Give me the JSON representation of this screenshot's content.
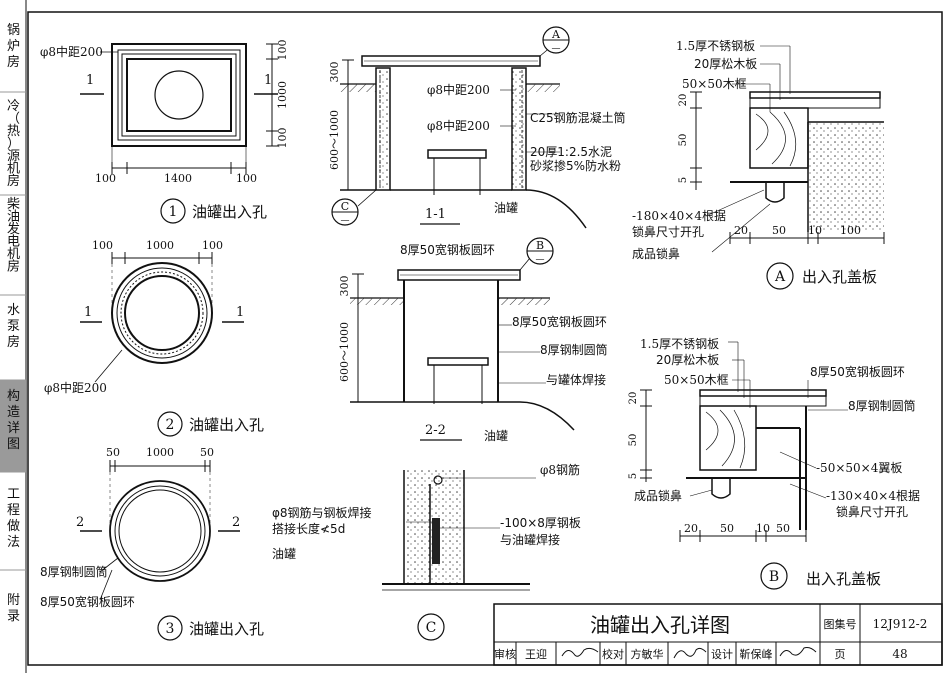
{
  "side_tabs": [
    {
      "text": "锅炉房",
      "active": false
    },
    {
      "text": "冷（热）源机房",
      "active": false
    },
    {
      "text": "柴油发电机房",
      "active": false
    },
    {
      "text": "水泵房",
      "active": false
    },
    {
      "text": "构造详图",
      "active": true
    },
    {
      "text": "工程做法",
      "active": false
    },
    {
      "text": "附录",
      "active": false
    }
  ],
  "detail1": {
    "number": "1",
    "title": "油罐出入孔",
    "rebar_note": "φ8中距200",
    "section_left": "1",
    "section_right": "1",
    "dim_top": "100",
    "dim_height": "1000",
    "dim_bottom": "100",
    "dim_left": "100",
    "dim_width": "1400",
    "dim_right": "100"
  },
  "detail2": {
    "number": "2",
    "title": "油罐出入孔",
    "rebar_note": "φ8中距200",
    "section_left": "1",
    "section_right": "1",
    "dim_left": "100",
    "dim_width": "1000",
    "dim_right": "100"
  },
  "detail3": {
    "number": "3",
    "title": "油罐出入孔",
    "section_left": "2",
    "section_right": "2",
    "dim_left": "50",
    "dim_width": "1000",
    "dim_right": "50",
    "note_cylinder": "8厚钢制圆筒",
    "note_ring": "8厚50宽钢板圆环"
  },
  "section11": {
    "label": "1-1",
    "callout_a_top": "A",
    "callout_a_bottom": "—",
    "callout_c_top": "C",
    "callout_c_bottom": "—",
    "dim_300": "300",
    "dim_depth": "600～1000",
    "rebar1": "φ8中距200",
    "rebar2": "φ8中距200",
    "concrete": "C25钢筋混凝土筒",
    "mortar1": "20厚1:2.5水泥",
    "mortar2": "砂浆掺5%防水粉",
    "tank": "油罐"
  },
  "section22": {
    "label": "2-2",
    "ring_top": "8厚50宽钢板圆环",
    "callout_b_top": "B",
    "callout_b_bottom": "—",
    "dim_300": "300",
    "dim_depth": "600～1000",
    "ring": "8厚50宽钢板圆环",
    "cylinder": "8厚钢制圆筒",
    "weld": "与罐体焊接",
    "tank": "油罐"
  },
  "detailC": {
    "label": "C",
    "rebar": "φ8钢筋",
    "weld1": "φ8钢筋与钢板焊接",
    "weld2": "搭接长度≮5d",
    "plate1": "-100×8厚钢板",
    "plate2": "与油罐焊接",
    "tank": "油罐"
  },
  "detailA": {
    "label": "A",
    "title": "出入孔盖板",
    "steel": "1.5厚不锈钢板",
    "wood": "20厚松木板",
    "frame": "50×50木框",
    "dim_20": "20",
    "dim_50": "50",
    "dim_5": "5",
    "hole": "-180×40×4根据",
    "hole2": "锁鼻尺寸开孔",
    "lock": "成品锁鼻",
    "dim_b1": "20",
    "dim_b2": "50",
    "dim_b3": "10",
    "dim_b4": "100"
  },
  "detailB": {
    "label": "B",
    "title": "出入孔盖板",
    "steel": "1.5厚不锈钢板",
    "wood": "20厚松木板",
    "frame": "50×50木框",
    "ring": "8厚50宽钢板圆环",
    "cylinder": "8厚钢制圆筒",
    "wing": "-50×50×4翼板",
    "hole": "-130×40×4根据",
    "hole2": "锁鼻尺寸开孔",
    "lock": "成品锁鼻",
    "dim_20": "20",
    "dim_50": "50",
    "dim_5": "5",
    "dim_b1": "20",
    "dim_b2": "50",
    "dim_b3": "10",
    "dim_b4": "50"
  },
  "title_block": {
    "drawing_title": "油罐出入孔详图",
    "atlas_label": "图集号",
    "atlas_no": "12J912-2",
    "review_label": "审核",
    "reviewer": "王迎",
    "check_label": "校对",
    "checker": "方敏华",
    "design_label": "设计",
    "designer": "靳保峰",
    "page_label": "页",
    "page_no": "48"
  }
}
